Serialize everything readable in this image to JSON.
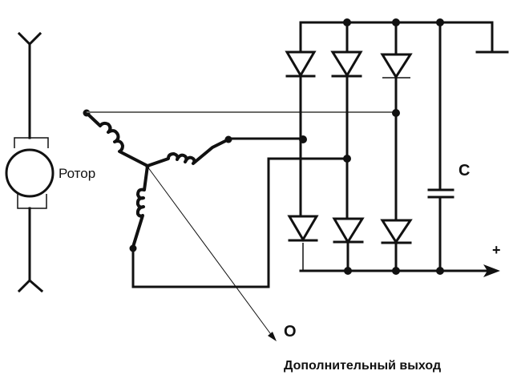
{
  "diagram": {
    "type": "alternator circuit schematic",
    "labels": {
      "rotor": "Ротор",
      "capacitor": "C",
      "positive_output": "+",
      "aux_output_terminal": "O",
      "aux_output_caption": "Дополнительный выход"
    },
    "components": {
      "rotor": "excitation winding with brushes",
      "stator": "three-phase star-connected windings",
      "rectifier": "six-diode bridge (3 upper, 3 lower)",
      "capacitor": "filter capacitor C",
      "ground": "ground symbol",
      "output": "positive output arrow"
    }
  }
}
